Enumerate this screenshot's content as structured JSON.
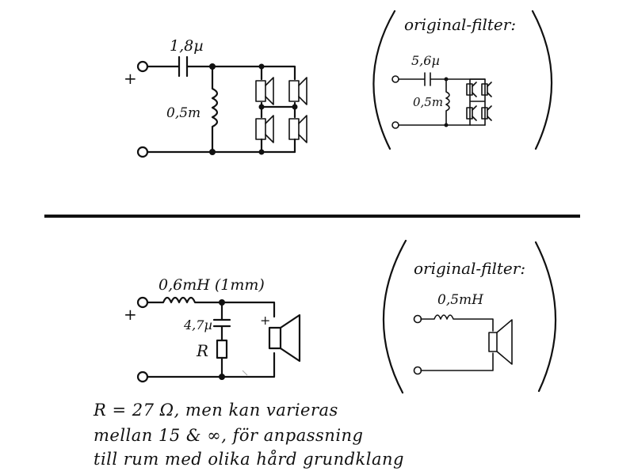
{
  "top": {
    "main_circuit": {
      "plus": "+",
      "capacitor_label": "1,8µ",
      "inductor_label": "0,5m"
    },
    "original_filter": {
      "title": "original-filter:",
      "capacitor_label": "5,6µ",
      "inductor_label": "0,5m"
    }
  },
  "bottom": {
    "main_circuit": {
      "plus": "+",
      "inductor_label": "0,6mH (1mm)",
      "capacitor_label": "4,7µ",
      "resistor_label": "R",
      "speaker_polarity": "+"
    },
    "original_filter": {
      "title": "original-filter:",
      "inductor_label": "0,5mH"
    }
  },
  "notes": [
    "R = 27 Ω, men kan varieras",
    "mellan 15 & ∞, för anpassning",
    "till rum med olika hård grundklang"
  ]
}
